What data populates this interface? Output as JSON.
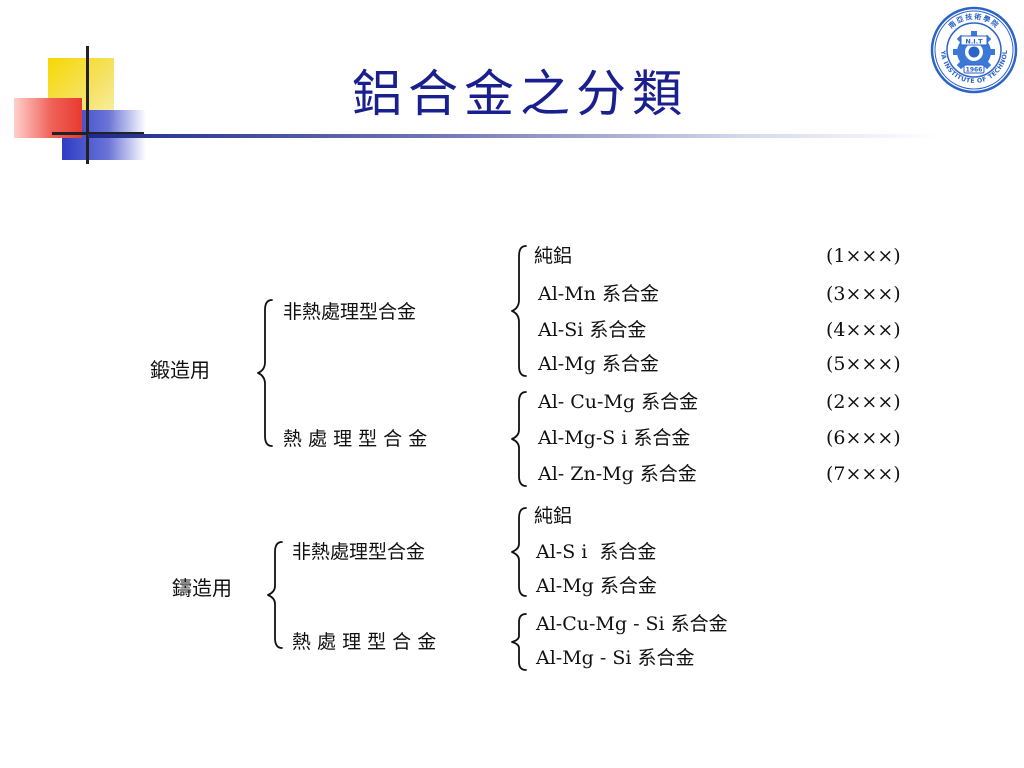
{
  "slide": {
    "title": "鋁合金之分類",
    "logo": {
      "name": "nanya-institute-seal",
      "text_ring": "NANYA INSTITUTE OF TECHNOLOGY",
      "plate_top": "N.I.T",
      "plate_year": "1966",
      "top_chars": "南亞技術學院"
    },
    "colors": {
      "title": "#1a1f8e",
      "accent_yellow": "#f5d500",
      "accent_red": "#e8443a",
      "accent_blue": "#3a47c9",
      "logo_blue": "#2b63c9"
    }
  },
  "classification": {
    "wrought": {
      "label": "鍛造用",
      "non_heat_treatable": {
        "label": "非熱處理型合金",
        "items": [
          {
            "name": "純鋁",
            "series": "(1×××)"
          },
          {
            "name": "Al-Mn 系合金",
            "series": "(3×××)"
          },
          {
            "name": "Al-Si 系合金",
            "series": "(4×××)"
          },
          {
            "name": "Al-Mg 系合金",
            "series": "(5×××)"
          }
        ]
      },
      "heat_treatable": {
        "label": "熱 處 理 型 合 金",
        "items": [
          {
            "name": "Al- Cu-Mg 系合金",
            "series": "(2×××)"
          },
          {
            "name": "Al-Mg-S i 系合金",
            "series": "(6×××)"
          },
          {
            "name": "Al- Zn-Mg 系合金",
            "series": "(7×××)"
          }
        ]
      }
    },
    "cast": {
      "label": "鑄造用",
      "non_heat_treatable": {
        "label": "非熱處理型合金",
        "items": [
          {
            "name": "純鋁"
          },
          {
            "name": "Al-S i  系合金"
          },
          {
            "name": "Al-Mg 系合金"
          }
        ]
      },
      "heat_treatable": {
        "label": "熱 處 理 型 合 金",
        "items": [
          {
            "name": "Al-Cu-Mg - Si 系合金"
          },
          {
            "name": "Al-Mg - Si 系合金"
          }
        ]
      }
    }
  }
}
